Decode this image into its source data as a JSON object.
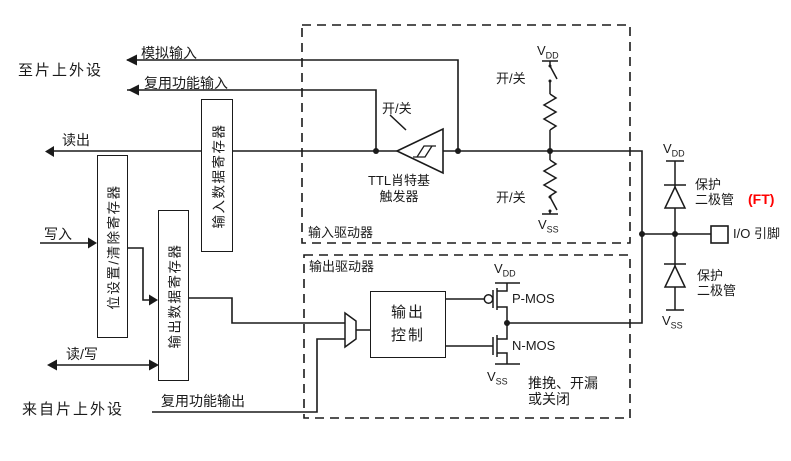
{
  "left_labels": {
    "to_peripherals": "至片上外设",
    "analog_input": "模拟输入",
    "af_input": "复用功能输入",
    "read": "读出",
    "write": "写入",
    "read_write": "读/写",
    "from_peripherals": "来自片上外设",
    "af_output": "复用功能输出"
  },
  "registers": {
    "input_data": "输入数据寄存器",
    "bit_set_reset": "位设置/清除寄存器",
    "output_data": "输出数据寄存器"
  },
  "input_driver": {
    "box_label": "输入驱动器",
    "on_off": "开/关",
    "schmitt_line1": "TTL肖特基",
    "schmitt_line2": "触发器"
  },
  "output_driver": {
    "box_label": "输出驱动器",
    "control_line1": "输出",
    "control_line2": "控制",
    "pmos": "P-MOS",
    "nmos": "N-MOS",
    "mode_line1": "推挽、开漏",
    "mode_line2": "或关闭"
  },
  "power": {
    "v": "V",
    "dd": "DD",
    "ss": "SS"
  },
  "pad": {
    "protect_line1": "保护",
    "protect_line2": "二极管",
    "ft": "(FT)",
    "io_pin": "I/O 引脚"
  },
  "colors": {
    "line": "#1a1a1a",
    "ft_red": "#ff0000",
    "background": "#ffffff"
  }
}
